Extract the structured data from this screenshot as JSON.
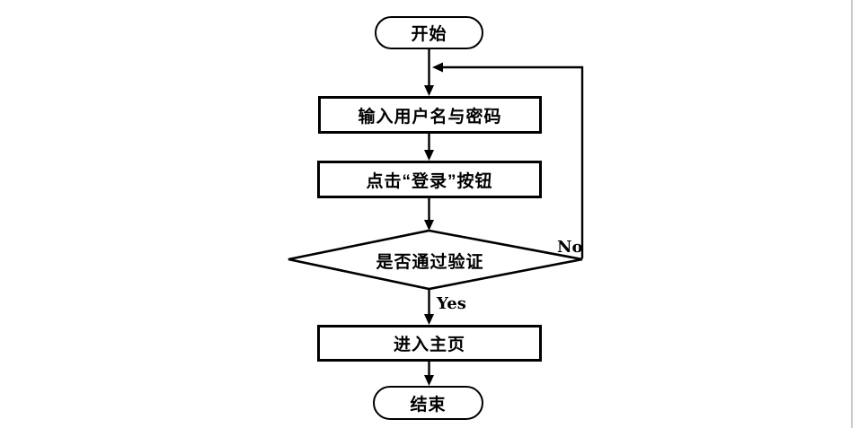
{
  "flowchart": {
    "nodes": {
      "start": {
        "id": "start",
        "type": "terminator",
        "label": "开始"
      },
      "input": {
        "id": "input",
        "type": "process",
        "label": "输入用户名与密码"
      },
      "click": {
        "id": "click",
        "type": "process",
        "label": "点击“登录”按钮"
      },
      "verify": {
        "id": "verify",
        "type": "decision",
        "label": "是否通过验证"
      },
      "home": {
        "id": "home",
        "type": "process",
        "label": "进入主页"
      },
      "end": {
        "id": "end",
        "type": "terminator",
        "label": "结束"
      }
    },
    "edges": [
      {
        "from": "start",
        "to": "input",
        "label": ""
      },
      {
        "from": "input",
        "to": "click",
        "label": ""
      },
      {
        "from": "click",
        "to": "verify",
        "label": ""
      },
      {
        "from": "verify",
        "to": "home",
        "label": "Yes"
      },
      {
        "from": "home",
        "to": "end",
        "label": ""
      },
      {
        "from": "verify",
        "to": "input",
        "label": "No",
        "note": "loop back to connector between start and input"
      }
    ],
    "edge_labels": {
      "yes": "Yes",
      "no": "No"
    },
    "colors": {
      "shape_stroke": "#000000",
      "shape_fill": "#ffffff",
      "text": "#000000",
      "background": "#ffffff",
      "page_edge_line": "#c9c9c9"
    }
  }
}
